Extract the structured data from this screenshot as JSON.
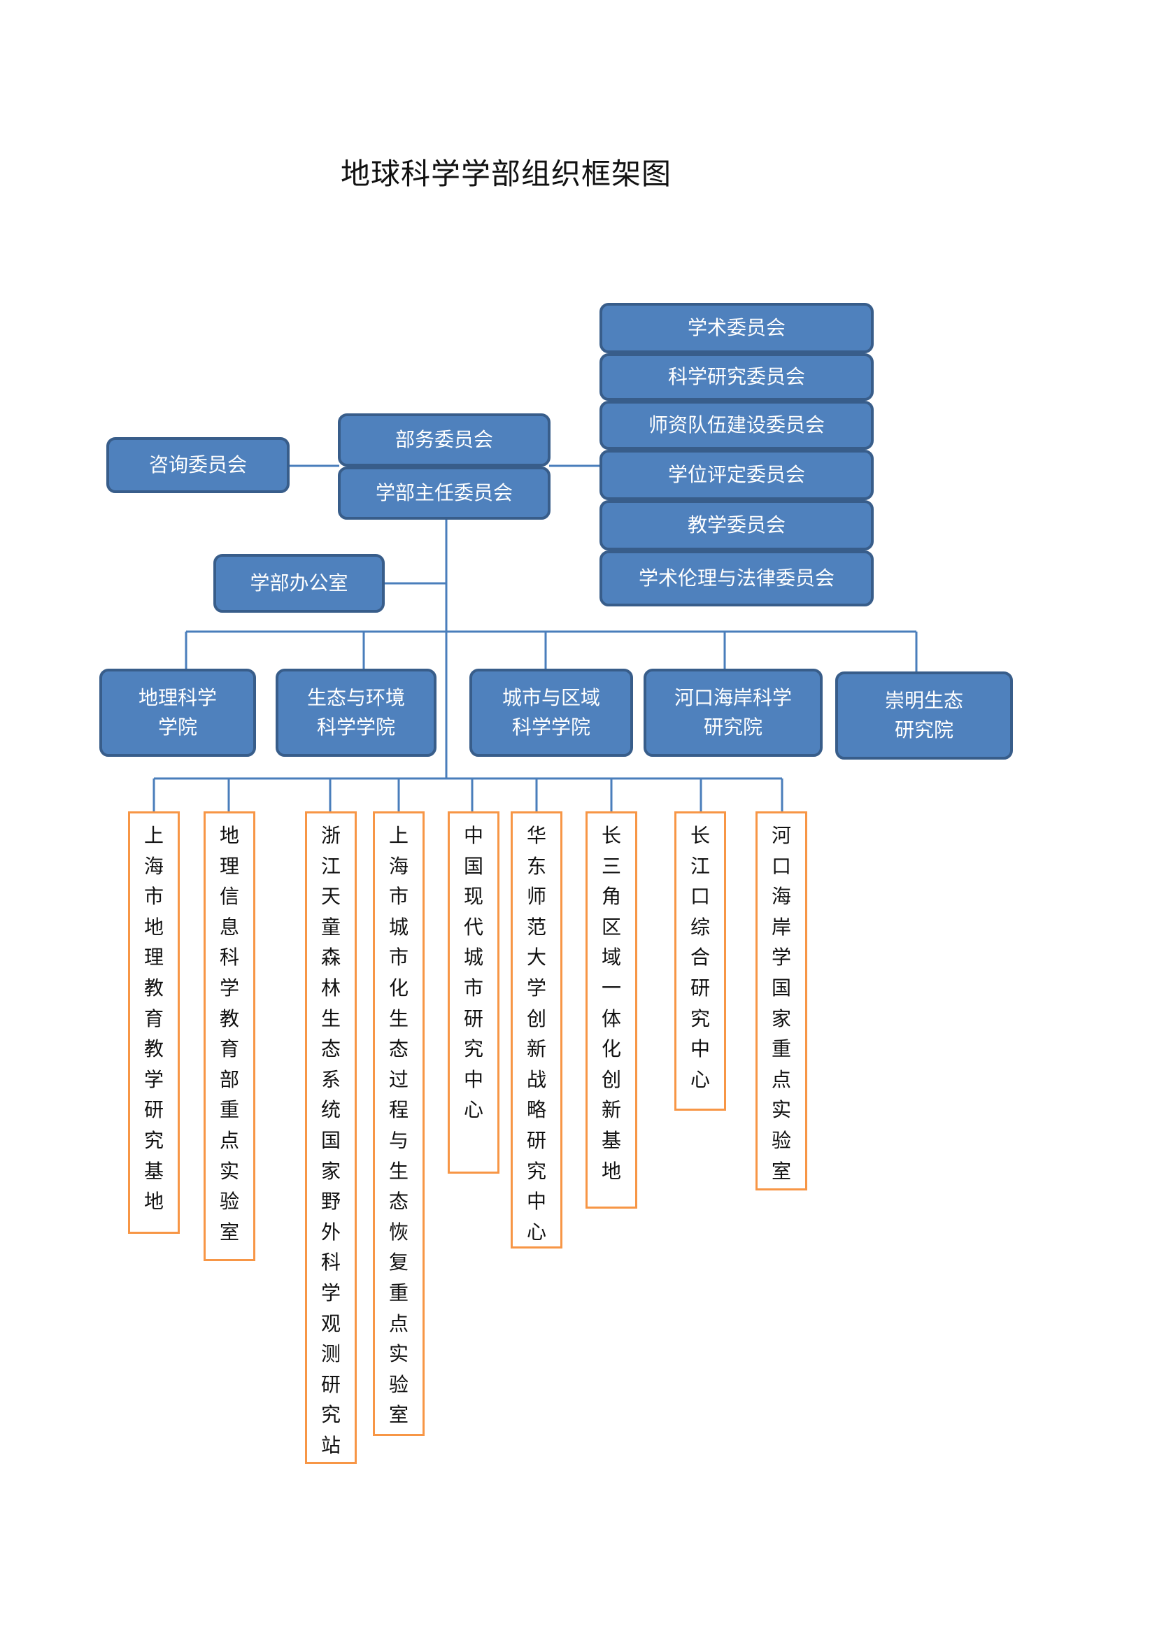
{
  "title": "地球科学学部组织框架图",
  "colors": {
    "box_fill": "#4f81bd",
    "box_border": "#385d8a",
    "unit_border": "#f79646",
    "connector": "#4a7ebb"
  },
  "leadership": {
    "board": "部务委员会",
    "directors": "学部主任委员会",
    "advisory": "咨询委员会",
    "office": "学部办公室"
  },
  "committees": [
    "学术委员会",
    "科学研究委员会",
    "师资队伍建设委员会",
    "学位评定委员会",
    "教学委员会",
    "学术伦理与法律委员会"
  ],
  "schools": [
    "地理科学\n学院",
    "生态与环境\n科学学院",
    "城市与区域\n科学学院",
    "河口海岸科学\n研究院",
    "崇明生态\n研究院"
  ],
  "research_units": [
    "上海市地理教育教学研究基地",
    "地理信息科学教育部重点实验室",
    "浙江天童森林生态系统国家野外科学观测研究站",
    "上海市城市化生态过程与生态恢复重点实验室",
    "中国现代城市研究中心",
    "华东师范大学创新战略研究中心",
    "长三角区域一体化创新基地",
    "长江口综合研究中心",
    "河口海岸学国家重点实验室"
  ]
}
